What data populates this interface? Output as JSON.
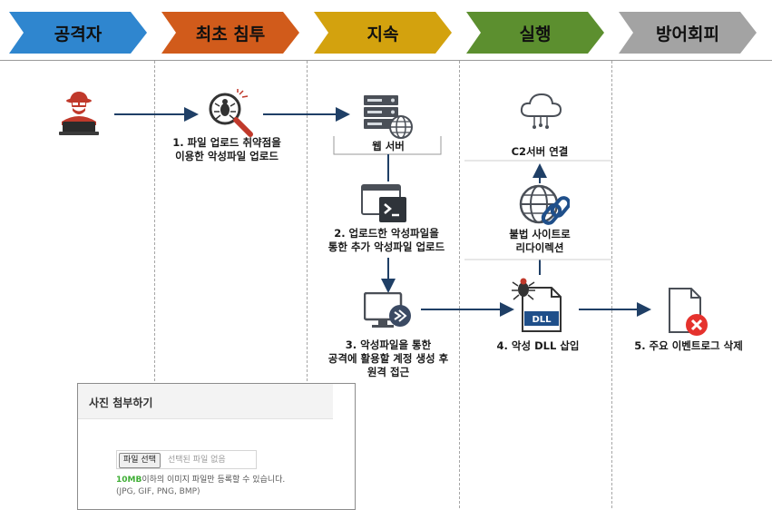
{
  "stages": [
    {
      "label": "공격자",
      "color": "#2f86cf"
    },
    {
      "label": "최초 침투",
      "color": "#d15b1b"
    },
    {
      "label": "지속",
      "color": "#d3a20e"
    },
    {
      "label": "실행",
      "color": "#5c8f2f"
    },
    {
      "label": "방어회피",
      "color": "#a3a3a3"
    }
  ],
  "steps": {
    "step1": {
      "line1": "1. 파일 업로드 취약점을",
      "line2": "이용한 악성파일 업로드"
    },
    "web_server": "웹 서버",
    "step2": {
      "line1": "2. 업로드한 악성파일을",
      "line2": "통한 추가 악성파일 업로드"
    },
    "step3": {
      "line1": "3. 악성파일을 통한",
      "line2": "공격에 활용할 계정 생성 후",
      "line3": "원격 접근"
    },
    "step4": "4. 악성 DLL 삽입",
    "c2": "C2서버 연결",
    "redirect": {
      "line1": "불법 사이트로",
      "line2": "리다이렉션"
    },
    "step5": "5. 주요 이벤트로그 삭제"
  },
  "icons": {
    "attacker": "hacker-icon",
    "vulnerability": "bug-magnifier-icon",
    "web_server": "web-server-icon",
    "terminal": "terminal-icon",
    "remote": "remote-desktop-icon",
    "dll": "dll-file-icon",
    "cloud": "cloud-icon",
    "globe_link": "globe-link-icon",
    "deleted_file": "deleted-file-icon"
  },
  "colors": {
    "arrow": "#1f3f66",
    "delete_badge": "#e5322d",
    "attacker": "#c0392b"
  },
  "upload_panel": {
    "title": "사진 첨부하기",
    "file_button": "파일 선택",
    "file_status": "선택된 파일 없음",
    "size_limit": "10MB",
    "notice_rest": "이하의 이미지 파일만 등록할 수 있습니다.",
    "formats": "(JPG, GIF, PNG, BMP)"
  }
}
